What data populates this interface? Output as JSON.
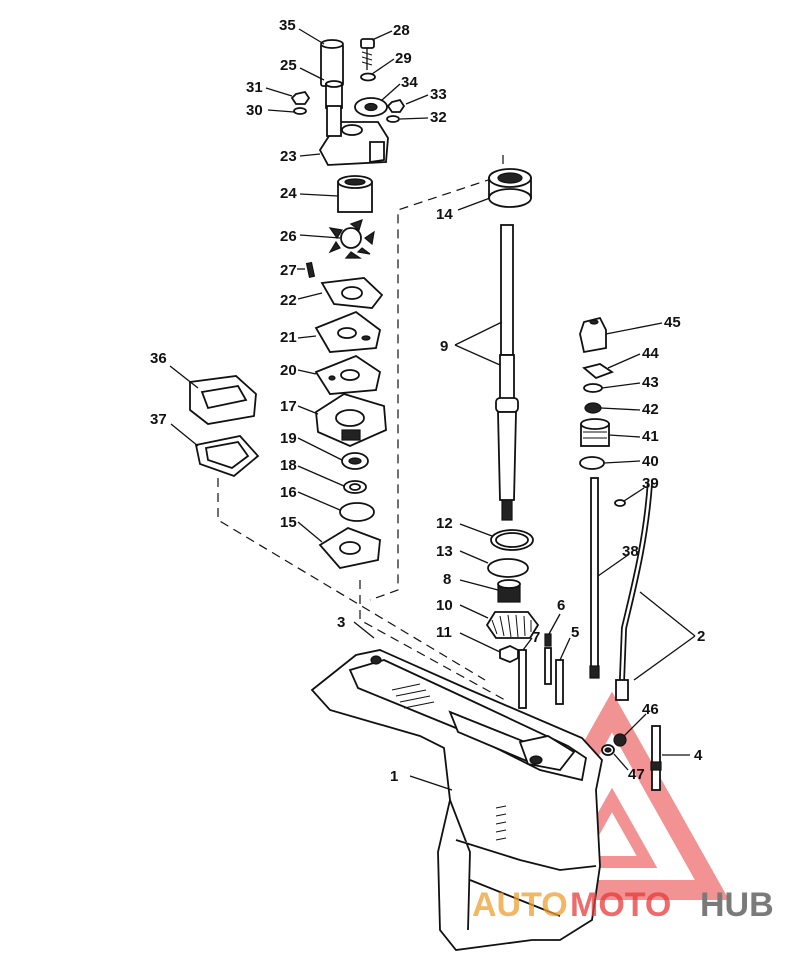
{
  "callouts": [
    {
      "id": "35",
      "label": "35"
    },
    {
      "id": "28",
      "label": "28"
    },
    {
      "id": "25",
      "label": "25"
    },
    {
      "id": "29",
      "label": "29"
    },
    {
      "id": "31",
      "label": "31"
    },
    {
      "id": "34",
      "label": "34"
    },
    {
      "id": "33",
      "label": "33"
    },
    {
      "id": "30",
      "label": "30"
    },
    {
      "id": "32",
      "label": "32"
    },
    {
      "id": "23",
      "label": "23"
    },
    {
      "id": "14",
      "label": "14"
    },
    {
      "id": "24",
      "label": "24"
    },
    {
      "id": "26",
      "label": "26"
    },
    {
      "id": "27",
      "label": "27"
    },
    {
      "id": "22",
      "label": "22"
    },
    {
      "id": "21",
      "label": "21"
    },
    {
      "id": "9",
      "label": "9"
    },
    {
      "id": "45",
      "label": "45"
    },
    {
      "id": "36",
      "label": "36"
    },
    {
      "id": "20",
      "label": "20"
    },
    {
      "id": "44",
      "label": "44"
    },
    {
      "id": "43",
      "label": "43"
    },
    {
      "id": "17",
      "label": "17"
    },
    {
      "id": "42",
      "label": "42"
    },
    {
      "id": "37",
      "label": "37"
    },
    {
      "id": "19",
      "label": "19"
    },
    {
      "id": "41",
      "label": "41"
    },
    {
      "id": "40",
      "label": "40"
    },
    {
      "id": "18",
      "label": "18"
    },
    {
      "id": "39",
      "label": "39"
    },
    {
      "id": "16",
      "label": "16"
    },
    {
      "id": "15",
      "label": "15"
    },
    {
      "id": "12",
      "label": "12"
    },
    {
      "id": "13",
      "label": "13"
    },
    {
      "id": "38",
      "label": "38"
    },
    {
      "id": "8",
      "label": "8"
    },
    {
      "id": "10",
      "label": "10"
    },
    {
      "id": "6",
      "label": "6"
    },
    {
      "id": "3",
      "label": "3"
    },
    {
      "id": "11",
      "label": "11"
    },
    {
      "id": "7",
      "label": "7"
    },
    {
      "id": "5",
      "label": "5"
    },
    {
      "id": "2",
      "label": "2"
    },
    {
      "id": "46",
      "label": "46"
    },
    {
      "id": "4",
      "label": "4"
    },
    {
      "id": "47",
      "label": "47"
    },
    {
      "id": "1",
      "label": "1"
    }
  ],
  "watermark": {
    "part1": "AUTO",
    "part2": "MOTO",
    "part3": "HUB",
    "color_orange": "#f0a030",
    "color_red": "#e83a3a",
    "color_gray": "#7a7a7a"
  }
}
